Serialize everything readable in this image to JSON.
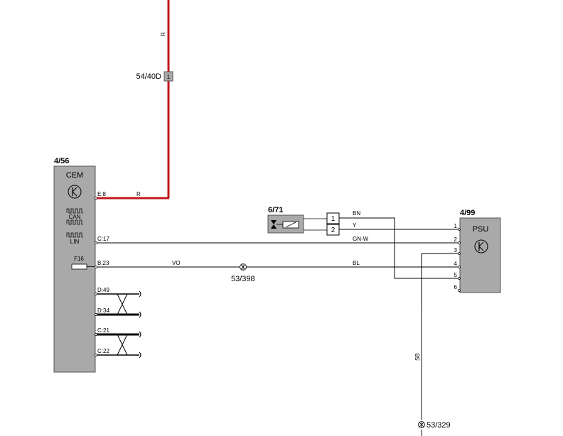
{
  "colors": {
    "power_wire": "#c0181e",
    "wire": "#000000",
    "module_fill": "#a9a9a9",
    "module_stroke": "#555555",
    "background": "#ffffff"
  },
  "wire_labels": {
    "r_vertical": "R",
    "r_horizontal": "R",
    "bn": "BN",
    "y": "Y",
    "gn_w": "GN-W",
    "vo": "VO",
    "bl": "BL",
    "sb": "SB"
  },
  "connector_top": {
    "id": "54/40D",
    "pin": "1"
  },
  "cem": {
    "id": "4/56",
    "name": "CEM",
    "icons": {
      "transistor": "transistor-icon",
      "can": "can-bus-icon",
      "lin": "lin-bus-icon"
    },
    "can_label": "CAN",
    "lin_label": "LIN",
    "fuse_label": "F16",
    "pins": {
      "e8": "E:8",
      "c17": "C:17",
      "b23": "B:23",
      "d49": "D:49",
      "d34": "D:34",
      "c21": "C:21",
      "c22": "C:22"
    }
  },
  "switch": {
    "id": "6/71",
    "pin1": "1",
    "pin2": "2"
  },
  "psu": {
    "id": "4/99",
    "name": "PSU",
    "pins": [
      "1",
      "2",
      "3",
      "4",
      "5",
      "6"
    ]
  },
  "grounds": {
    "g1": "53/398",
    "g2": "53/329"
  }
}
